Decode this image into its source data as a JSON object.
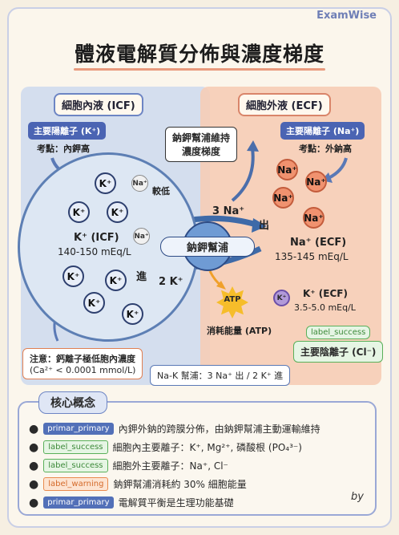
{
  "brand": "ExamWise",
  "title": "體液電解質分佈與濃度梯度",
  "icf": {
    "header": "細胞內液 (ICF)",
    "main_cation_tag": "主要陽離子 (K⁺)",
    "exam_point": "考點：內鉀高",
    "k_ion": "K⁺",
    "na_ion": "Na⁺",
    "na_low": "較低",
    "k_label": "K⁺ (ICF)",
    "k_range": "140-150 mEq/L",
    "calcium_note_line1": "注意：鈣離子極低胞內濃度",
    "calcium_note_line2": "(Ca²⁺ < 0.0001 mmol/L)"
  },
  "ecf": {
    "header": "細胞外液 (ECF)",
    "main_cation_tag": "主要陽離子 (Na⁺)",
    "exam_point": "考點：外鈉高",
    "na_ion": "Na⁺",
    "na_label": "Na⁺ (ECF)",
    "na_range": "135-145 mEq/L",
    "k_ion": "K⁺",
    "k_label": "K⁺ (ECF)",
    "k_range": "3.5-5.0 mEq/L",
    "anion_tag": "label_success",
    "anion_label": "主要陰離子 (Cl⁻)"
  },
  "pump": {
    "label": "鈉鉀幫浦",
    "gradient_line1": "鈉鉀幫浦維持",
    "gradient_line2": "濃度梯度",
    "na_out_count": "3 Na⁺",
    "out_label": "出",
    "k_in_count": "2 K⁺",
    "in_label": "進",
    "atp": "ATP",
    "energy": "消耗能量 (ATP)",
    "summary": "Na-K 幫浦：3 Na⁺ 出 / 2 K⁺ 進"
  },
  "core": {
    "header": "核心概念",
    "items": [
      {
        "tag": "primar_primary",
        "text": "內鉀外鈉的跨膜分佈，由鈉鉀幫浦主動運輸維持"
      },
      {
        "tag": "label_success",
        "text": "細胞內主要離子：K⁺, Mg²⁺, 磷酸根 (PO₄³⁻)"
      },
      {
        "tag": "label_success",
        "text": "細胞外主要離子：Na⁺, Cl⁻"
      },
      {
        "tag": "label_warning",
        "text": "鈉鉀幫浦消耗約 30% 細胞能量"
      },
      {
        "tag": "primar_primary",
        "text": "電解質平衡是生理功能基礎"
      }
    ]
  },
  "signature": "by"
}
